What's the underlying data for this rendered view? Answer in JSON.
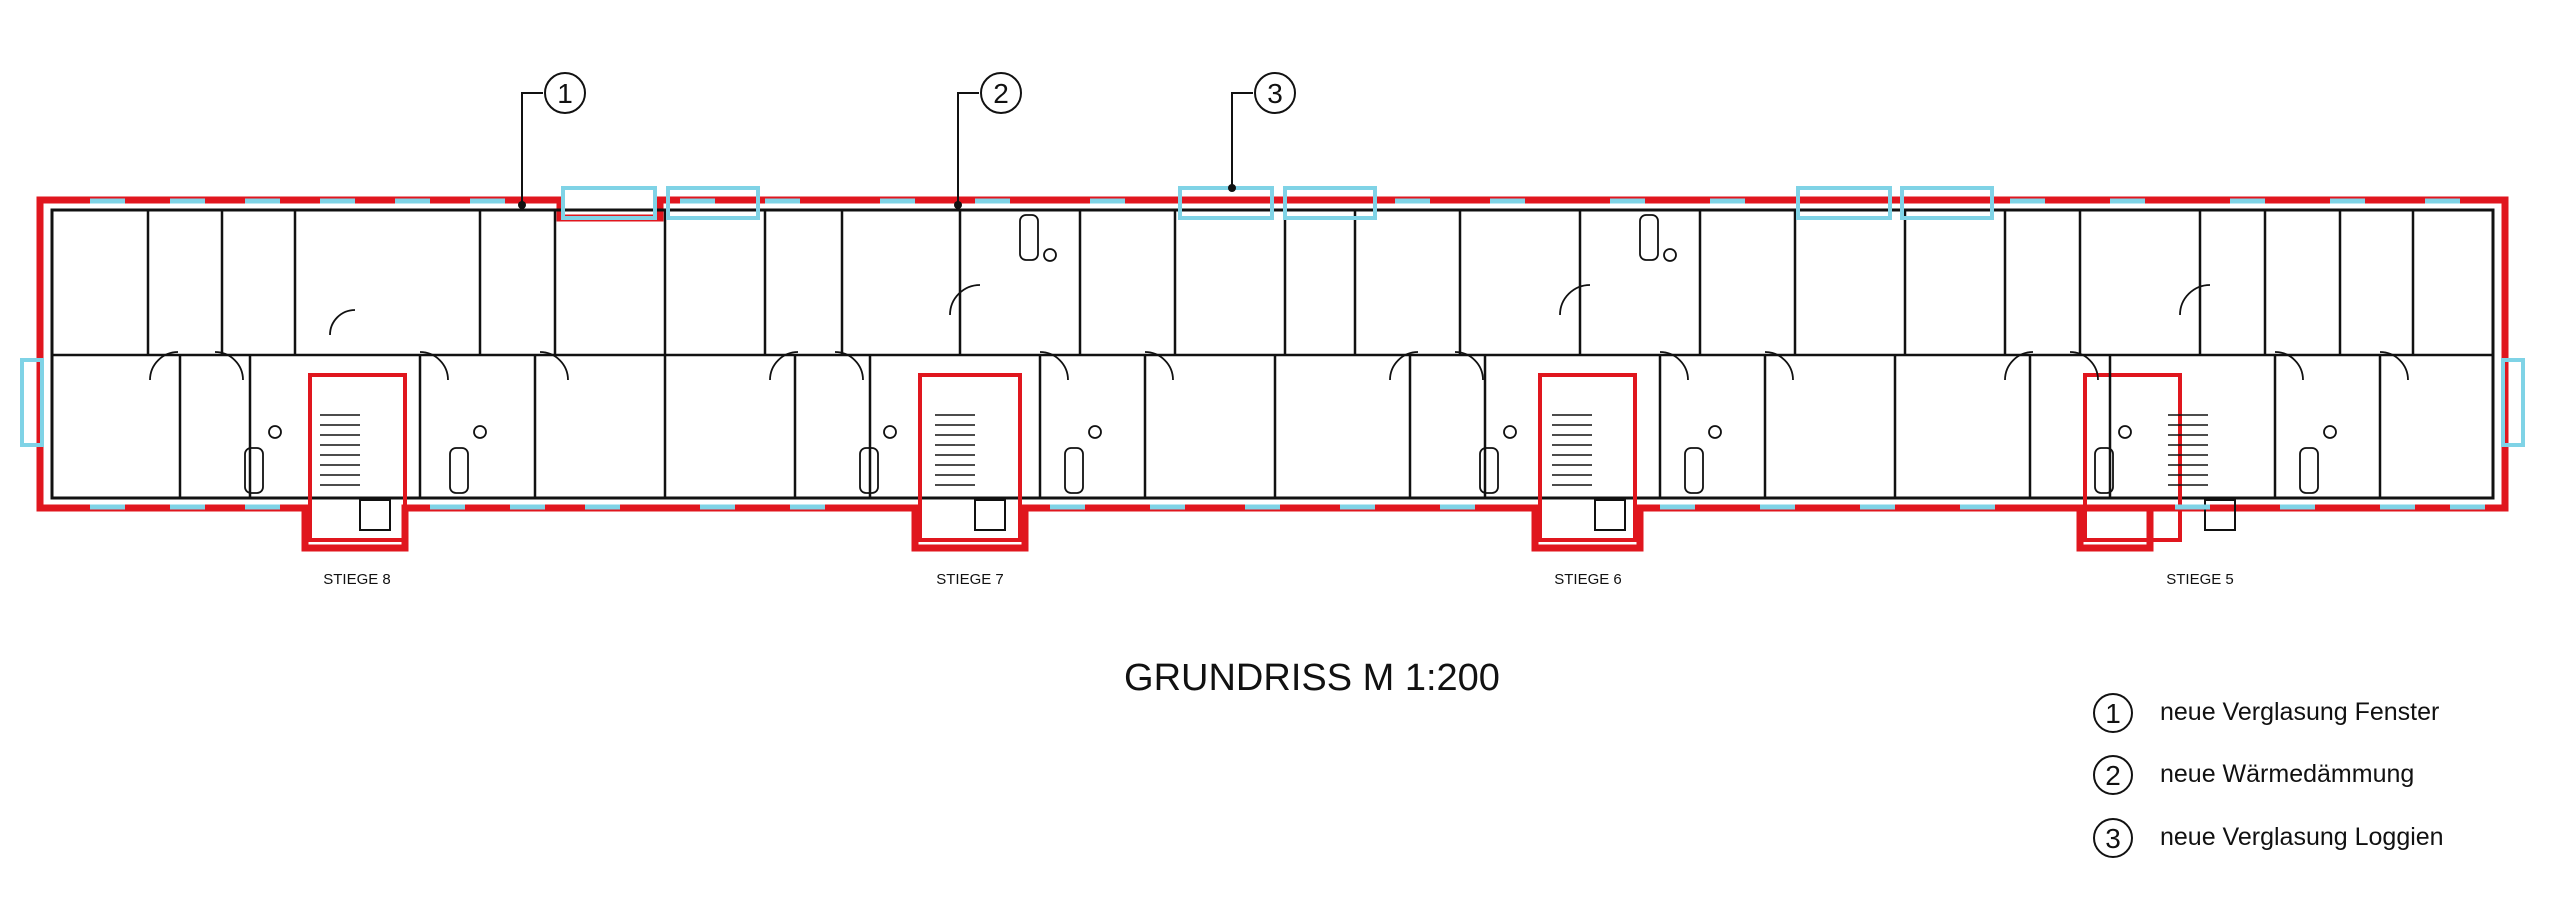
{
  "title": "GRUNDRISS M 1:200",
  "stairs": [
    "STIEGE 8",
    "STIEGE 7",
    "STIEGE 6",
    "STIEGE 5"
  ],
  "callouts": [
    "1",
    "2",
    "3"
  ],
  "legend": [
    {
      "number": "1",
      "text": "neue Verglasung Fenster"
    },
    {
      "number": "2",
      "text": "neue Wärmedämmung"
    },
    {
      "number": "3",
      "text": "neue Verglasung Loggien"
    }
  ],
  "colors": {
    "insulation": "#e0161e",
    "glazing": "#7fd3e6",
    "walls": "#111111"
  }
}
